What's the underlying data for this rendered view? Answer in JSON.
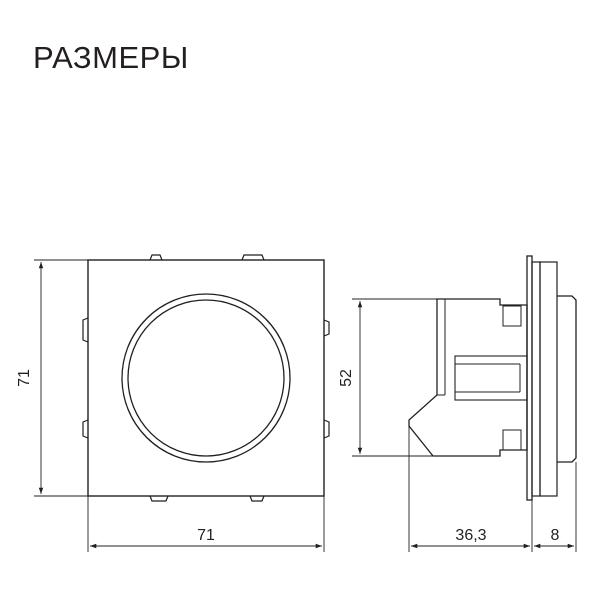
{
  "title": "РАЗМЕРЫ",
  "dimensions": {
    "front_height": "71",
    "front_width": "71",
    "side_height": "52",
    "side_depth": "36,3",
    "side_frame": "8"
  },
  "colors": {
    "line": "#231f20",
    "background": "#ffffff"
  }
}
